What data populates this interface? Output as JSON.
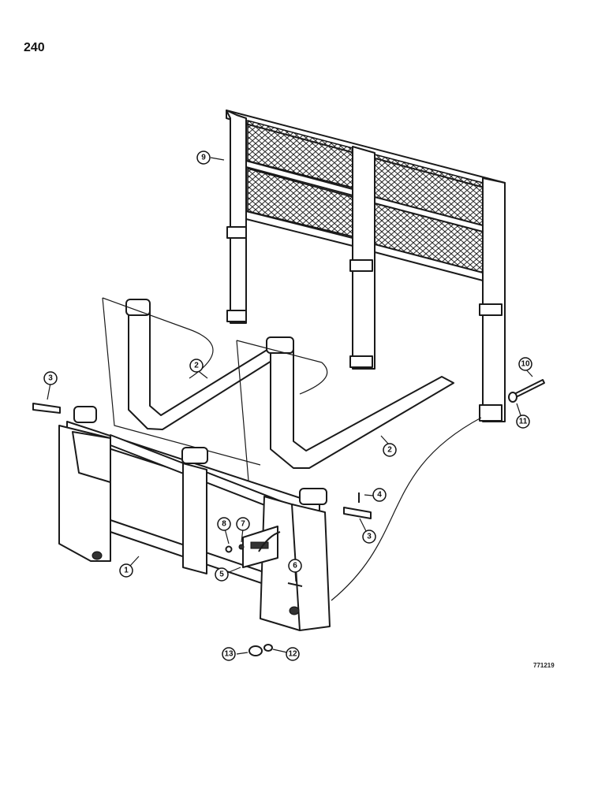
{
  "page_number": "240",
  "figure_code": "771219",
  "callouts": [
    "1",
    "2",
    "2",
    "3",
    "3",
    "4",
    "5",
    "6",
    "7",
    "8",
    "9",
    "10",
    "11",
    "12",
    "13"
  ]
}
